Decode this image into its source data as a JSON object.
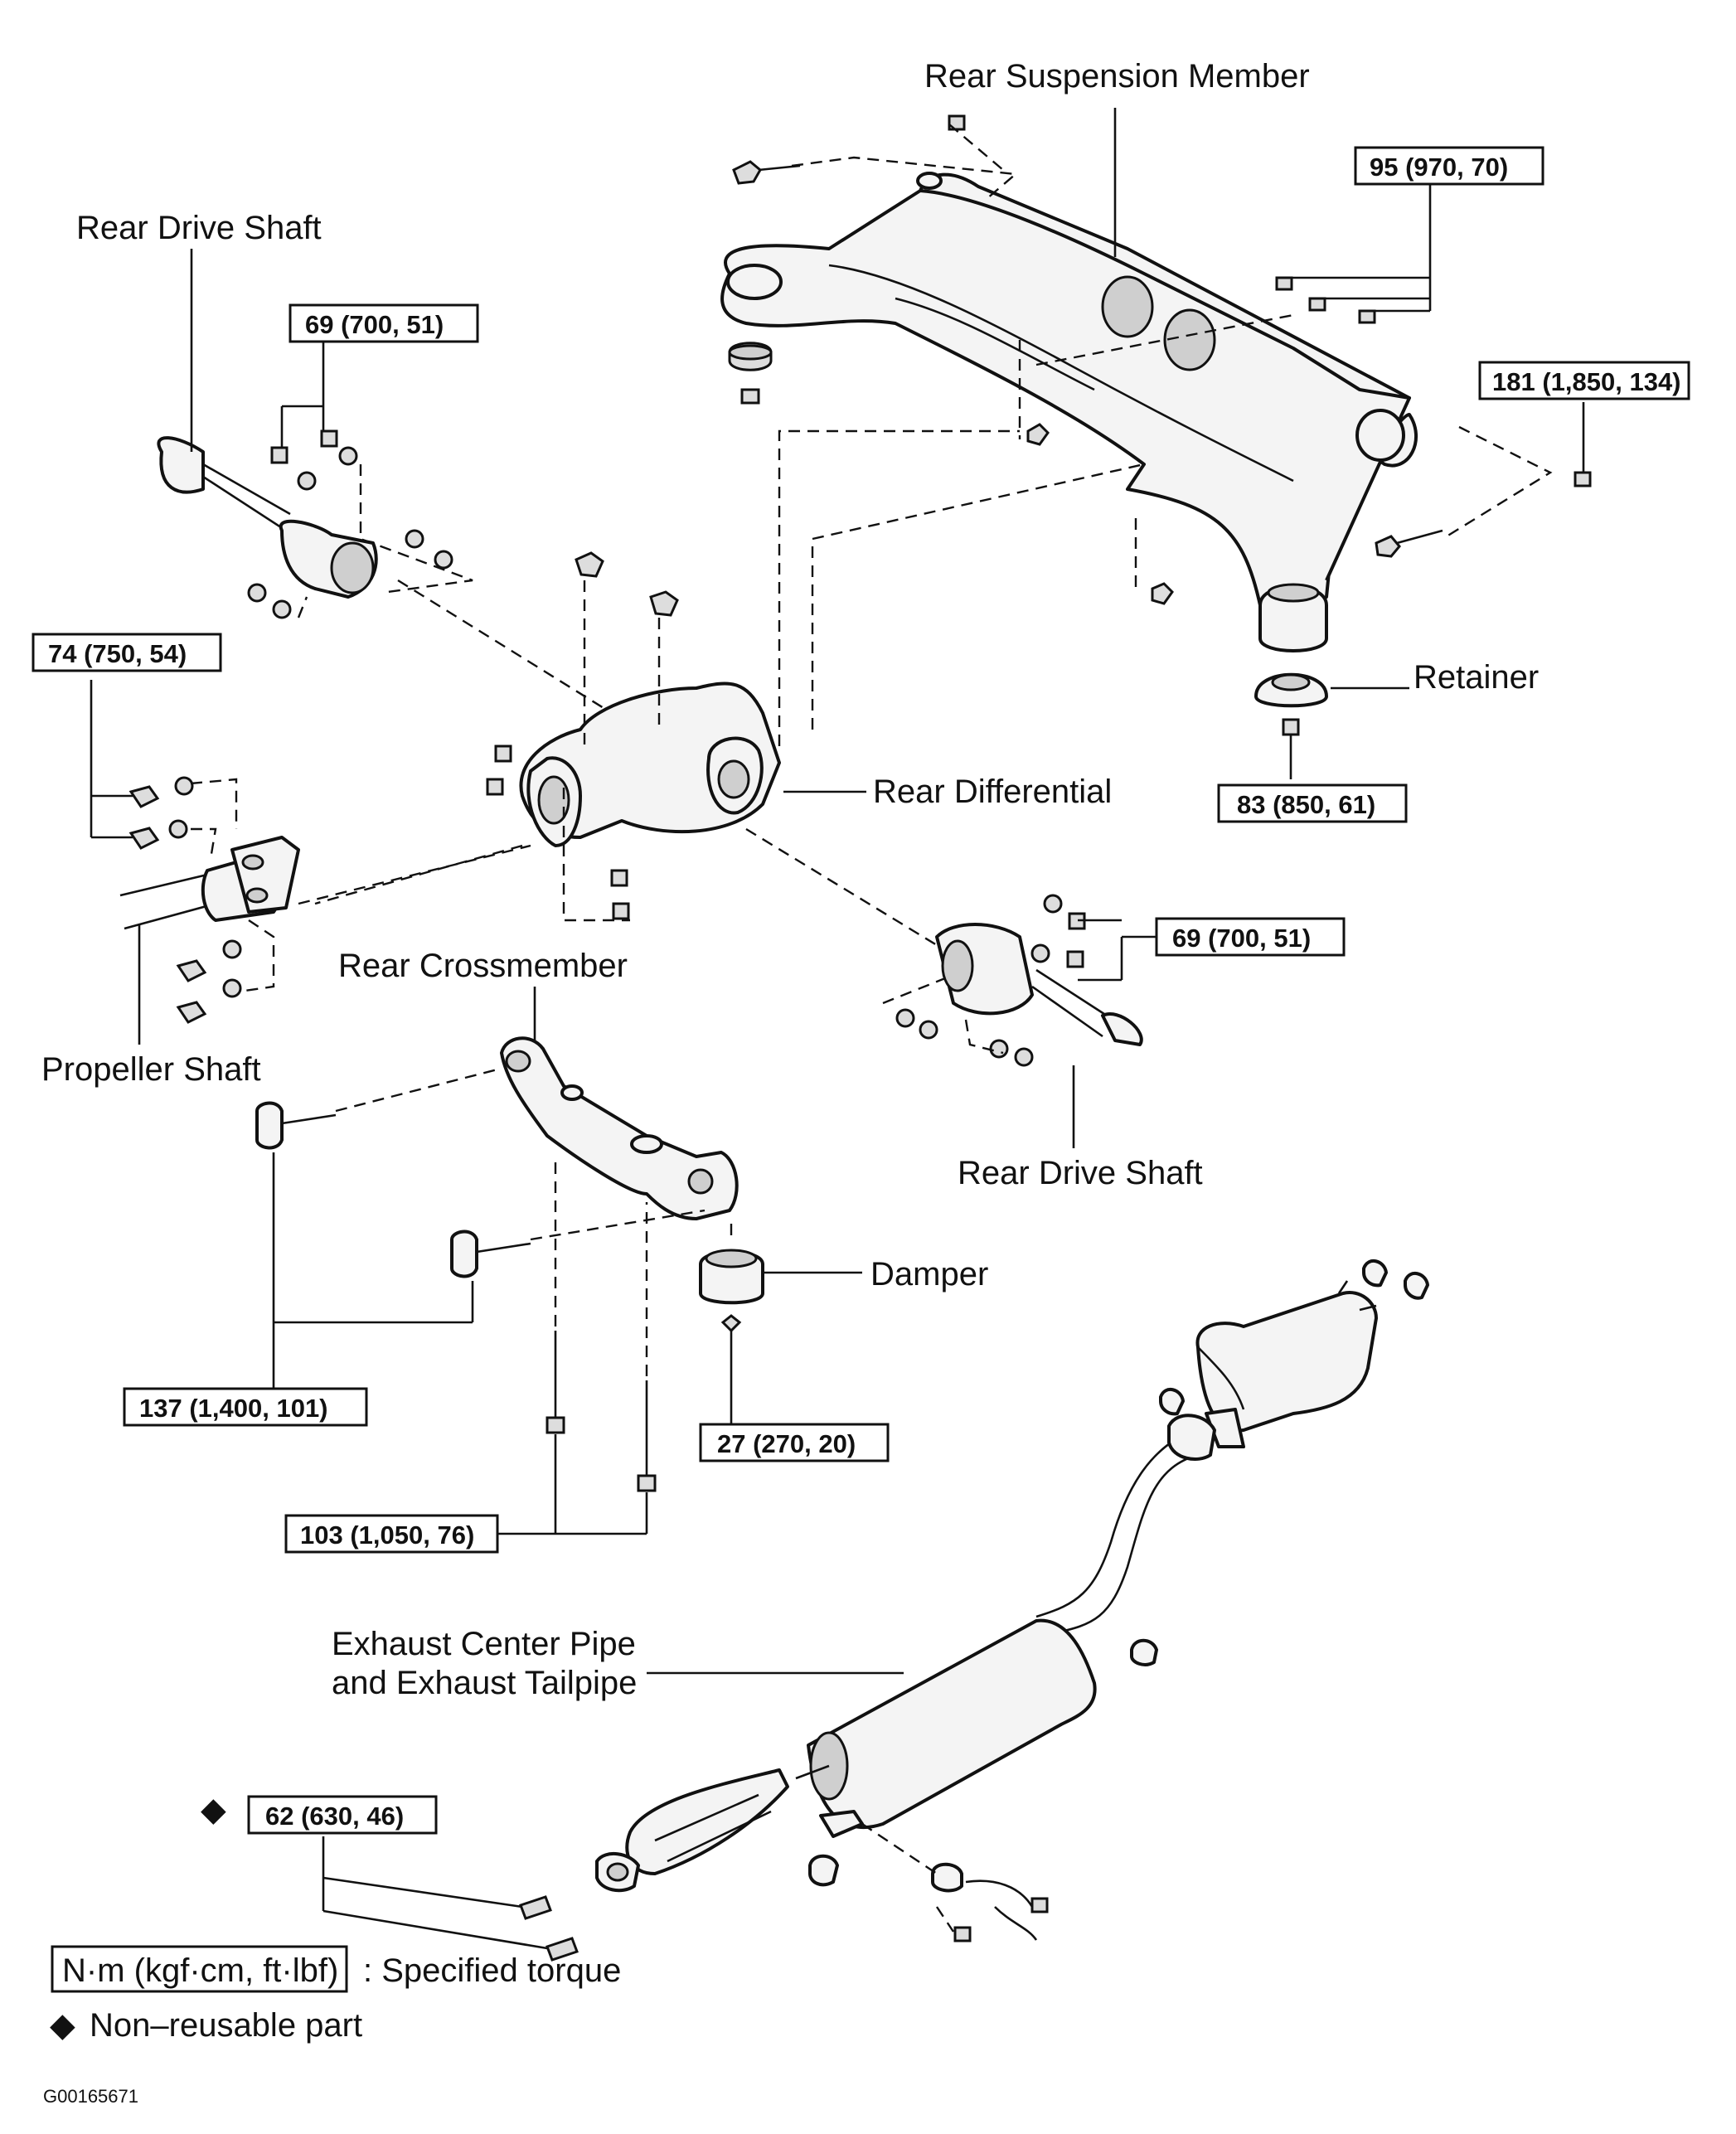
{
  "labels": {
    "rear_suspension_member": "Rear Suspension Member",
    "rear_drive_shaft_left": "Rear Drive Shaft",
    "rear_drive_shaft_right": "Rear Drive Shaft",
    "retainer": "Retainer",
    "rear_differential": "Rear Differential",
    "rear_crossmember": "Rear Crossmember",
    "propeller_shaft": "Propeller Shaft",
    "damper": "Damper",
    "exhaust_line1": "Exhaust Center Pipe",
    "exhaust_line2": "and Exhaust Tailpipe"
  },
  "torque_specs": {
    "suspension_member_bolts": "95 (970, 70)",
    "suspension_rear_nut": "181 (1,850, 134)",
    "retainer_nut": "83 (850, 61)",
    "drive_shaft_left_nuts": "69 (700, 51)",
    "drive_shaft_right_nuts": "69 (700, 51)",
    "propeller_flange_bolts": "74 (750, 54)",
    "crossmember_bolts": "137 (1,400, 101)",
    "damper_nut": "27 (270, 20)",
    "crossmember_studs": "103 (1,050, 76)",
    "exhaust_flange_bolts": "62 (630, 46)"
  },
  "legend": {
    "unit_box": "N·m (kgf·cm, ft·lbf)",
    "unit_text": ": Specified torque",
    "diamond_symbol": "◆",
    "diamond_text": "Non–reusable part"
  },
  "figure_code": "G00165671"
}
